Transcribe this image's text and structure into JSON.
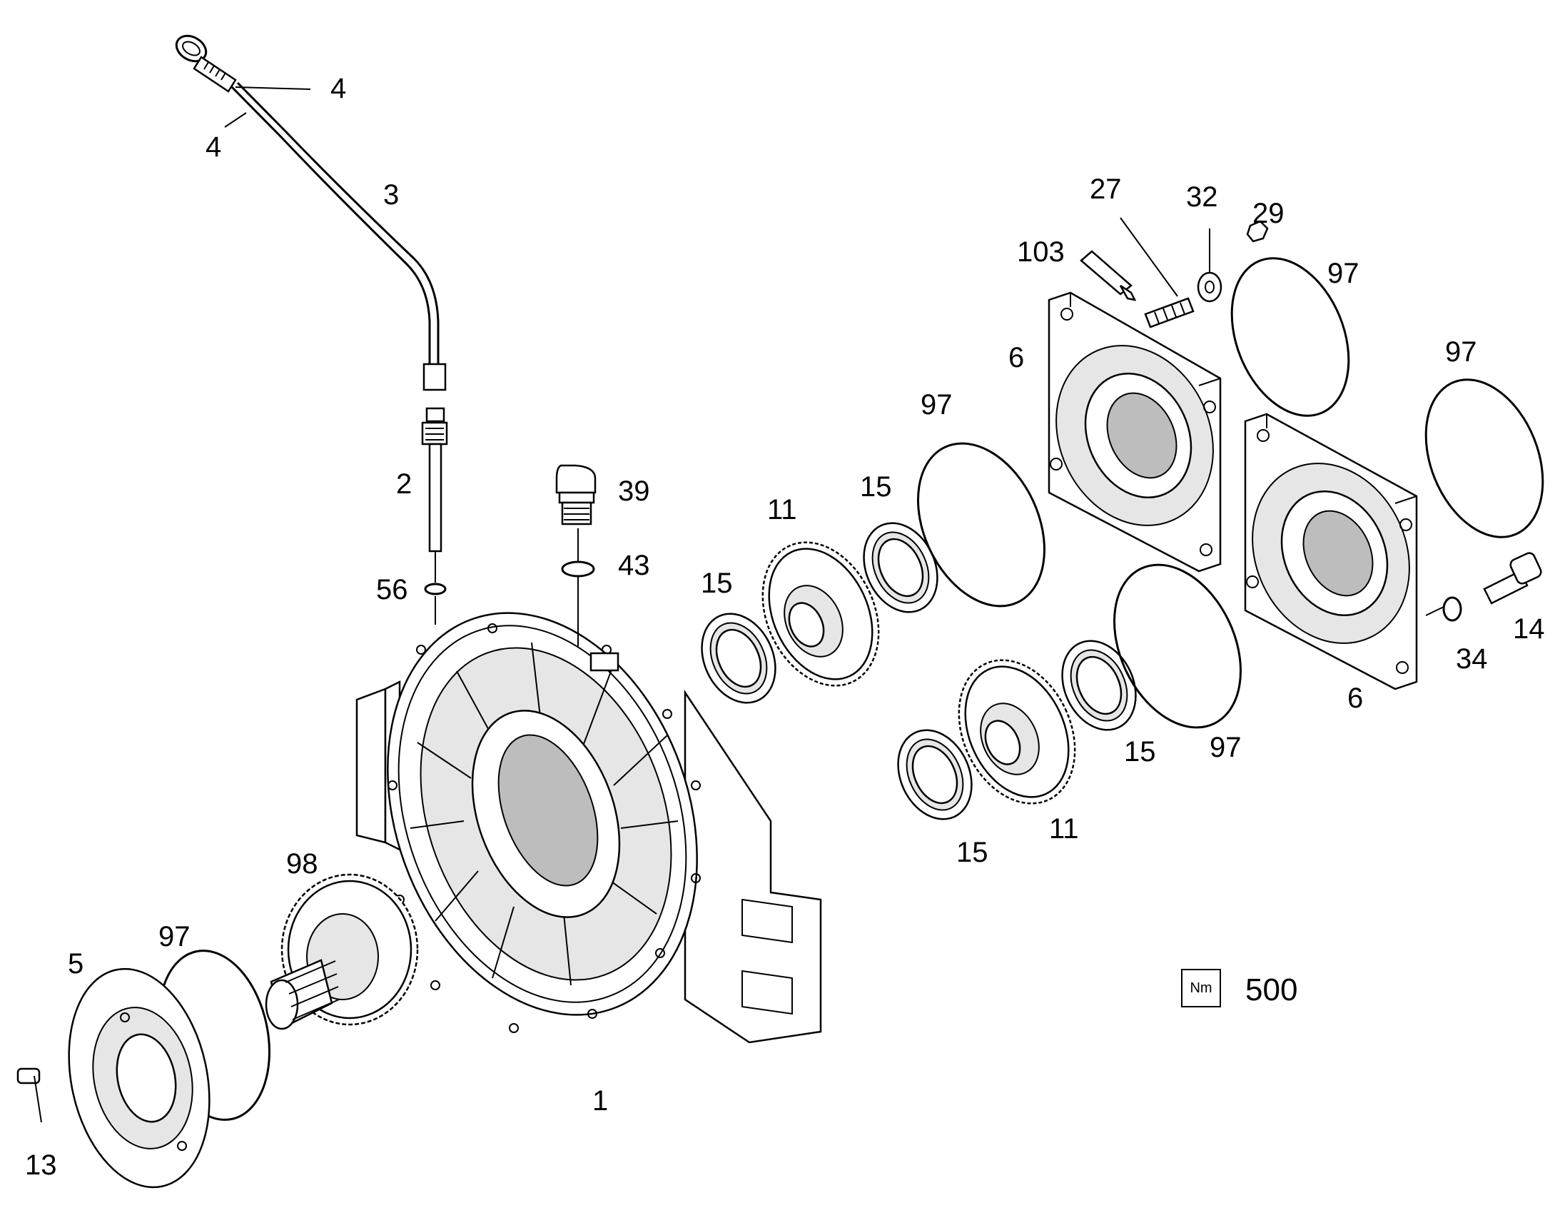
{
  "callouts": [
    {
      "id": "c4a",
      "text": "4"
    },
    {
      "id": "c4b",
      "text": "4"
    },
    {
      "id": "c3",
      "text": "3"
    },
    {
      "id": "c2",
      "text": "2"
    },
    {
      "id": "c56",
      "text": "56"
    },
    {
      "id": "c39",
      "text": "39"
    },
    {
      "id": "c43",
      "text": "43"
    },
    {
      "id": "c27",
      "text": "27"
    },
    {
      "id": "c32",
      "text": "32"
    },
    {
      "id": "c29",
      "text": "29"
    },
    {
      "id": "c103",
      "text": "103"
    },
    {
      "id": "c97a",
      "text": "97"
    },
    {
      "id": "c97b",
      "text": "97"
    },
    {
      "id": "c97c",
      "text": "97"
    },
    {
      "id": "c97d",
      "text": "97"
    },
    {
      "id": "c97e",
      "text": "97"
    },
    {
      "id": "c6a",
      "text": "6"
    },
    {
      "id": "c6b",
      "text": "6"
    },
    {
      "id": "c11a",
      "text": "11"
    },
    {
      "id": "c11b",
      "text": "11"
    },
    {
      "id": "c15a",
      "text": "15"
    },
    {
      "id": "c15b",
      "text": "15"
    },
    {
      "id": "c15c",
      "text": "15"
    },
    {
      "id": "c15d",
      "text": "15"
    },
    {
      "id": "c14",
      "text": "14"
    },
    {
      "id": "c34",
      "text": "34"
    },
    {
      "id": "c98",
      "text": "98"
    },
    {
      "id": "c5",
      "text": "5"
    },
    {
      "id": "c13",
      "text": "13"
    },
    {
      "id": "c1",
      "text": "1"
    }
  ],
  "torque": {
    "unit": "Nm",
    "value": "500"
  }
}
